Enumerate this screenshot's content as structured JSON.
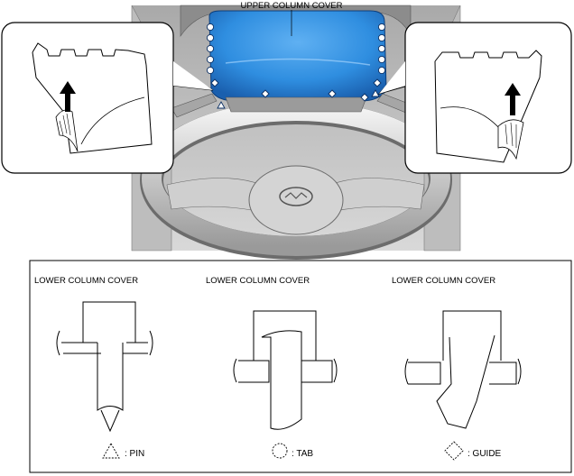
{
  "top_label": "UPPER COLUMN COVER",
  "sections": [
    {
      "label": "LOWER COLUMN COVER"
    },
    {
      "label": "LOWER COLUMN COVER"
    },
    {
      "label": "LOWER COLUMN COVER"
    }
  ],
  "legend": [
    {
      "icon": "triangle-pin-icon",
      "text": ": PIN"
    },
    {
      "icon": "circle-tab-icon",
      "text": ": TAB"
    },
    {
      "icon": "diamond-guide-icon",
      "text": ": GUIDE"
    }
  ],
  "colors": {
    "cover": "#2f8ee0",
    "cover_dark": "#1a5fae",
    "photo_bg": "#c9c9c9"
  }
}
